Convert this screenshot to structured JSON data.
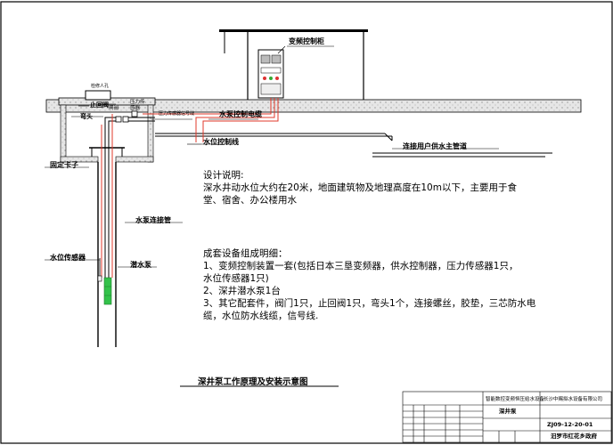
{
  "labels": {
    "cabinet": "变频控制柜",
    "manhole": "检修人孔",
    "check_valve": "止回阀",
    "elbow": "弯头",
    "valve": "闸阀",
    "pressure_sensor": "压力传感器",
    "signal_line": "压力传感器信号线",
    "pump_cable": "水泵控制电缆",
    "level_line": "水位控制线",
    "main_pipe": "连接用户供水主管道",
    "clamp": "固定卡子",
    "pump_pipe": "水泵连接管",
    "level_sensor": "水位传感器",
    "pump": "潜水泵"
  },
  "description": {
    "heading": "设计说明:",
    "line1": "深水井动水位大约在20米，地面建筑物及地理高度在10m以下，主要用于食",
    "line2": "堂、宿舍、办公楼用水",
    "equip_heading": "成套设备组成明细：",
    "item1a": "1、变频控制装置一套(包括日本三垦变频器，供水控制器，压力传感器1只，",
    "item1b": "水位传感器1只)",
    "item2": "2、深井潜水泵1台",
    "item3a": "3、其它配套件，阀门1只，止回阀1只，弯头1个，连接螺丝，胶垫，三芯防水电",
    "item3b": "缆，水位防水线缆，信号线."
  },
  "caption": "深井泵工作原理及安装示意图",
  "title_block": {
    "project": "智能数控变频恒压给水设备",
    "company": "长沙中赐拟水设备有限公司",
    "drawing_name": "深井泵",
    "drawing_no": "ZJ09-12-20-01",
    "client": "汨罗市红花乡政府"
  },
  "colors": {
    "line": "#000000",
    "cable": "#e0392b",
    "pump": "#33c24a",
    "ground": "#d9d9d9"
  }
}
